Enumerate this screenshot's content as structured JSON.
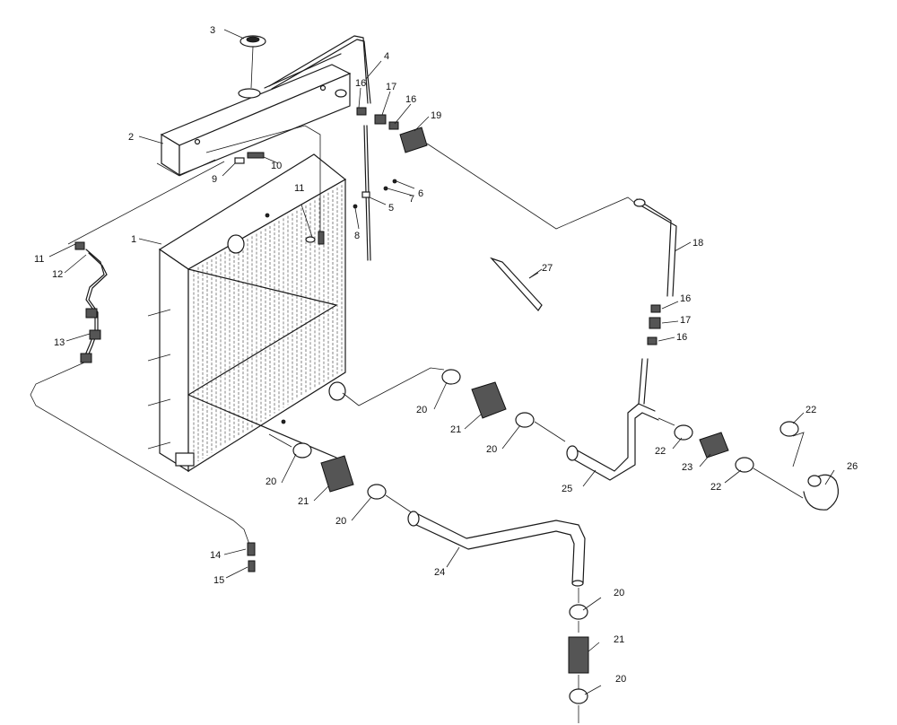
{
  "labels": {
    "l1": "1",
    "l2": "2",
    "l3": "3",
    "l4": "4",
    "l5": "5",
    "l6": "6",
    "l7": "7",
    "l8": "8",
    "l9": "9",
    "l10": "10",
    "l11a": "11",
    "l11b": "11",
    "l12": "12",
    "l13": "13",
    "l14": "14",
    "l15": "15",
    "l16a": "16",
    "l16b": "16",
    "l16c": "16",
    "l16d": "16",
    "l17a": "17",
    "l17b": "17",
    "l18": "18",
    "l19": "19",
    "l20a": "20",
    "l20b": "20",
    "l20c": "20",
    "l20d": "20",
    "l20e": "20",
    "l20f": "20",
    "l21a": "21",
    "l21b": "21",
    "l21c": "21",
    "l22a": "22",
    "l22b": "22",
    "l22c": "22",
    "l23": "23",
    "l24": "24",
    "l25": "25",
    "l26": "26",
    "l27": "27"
  }
}
